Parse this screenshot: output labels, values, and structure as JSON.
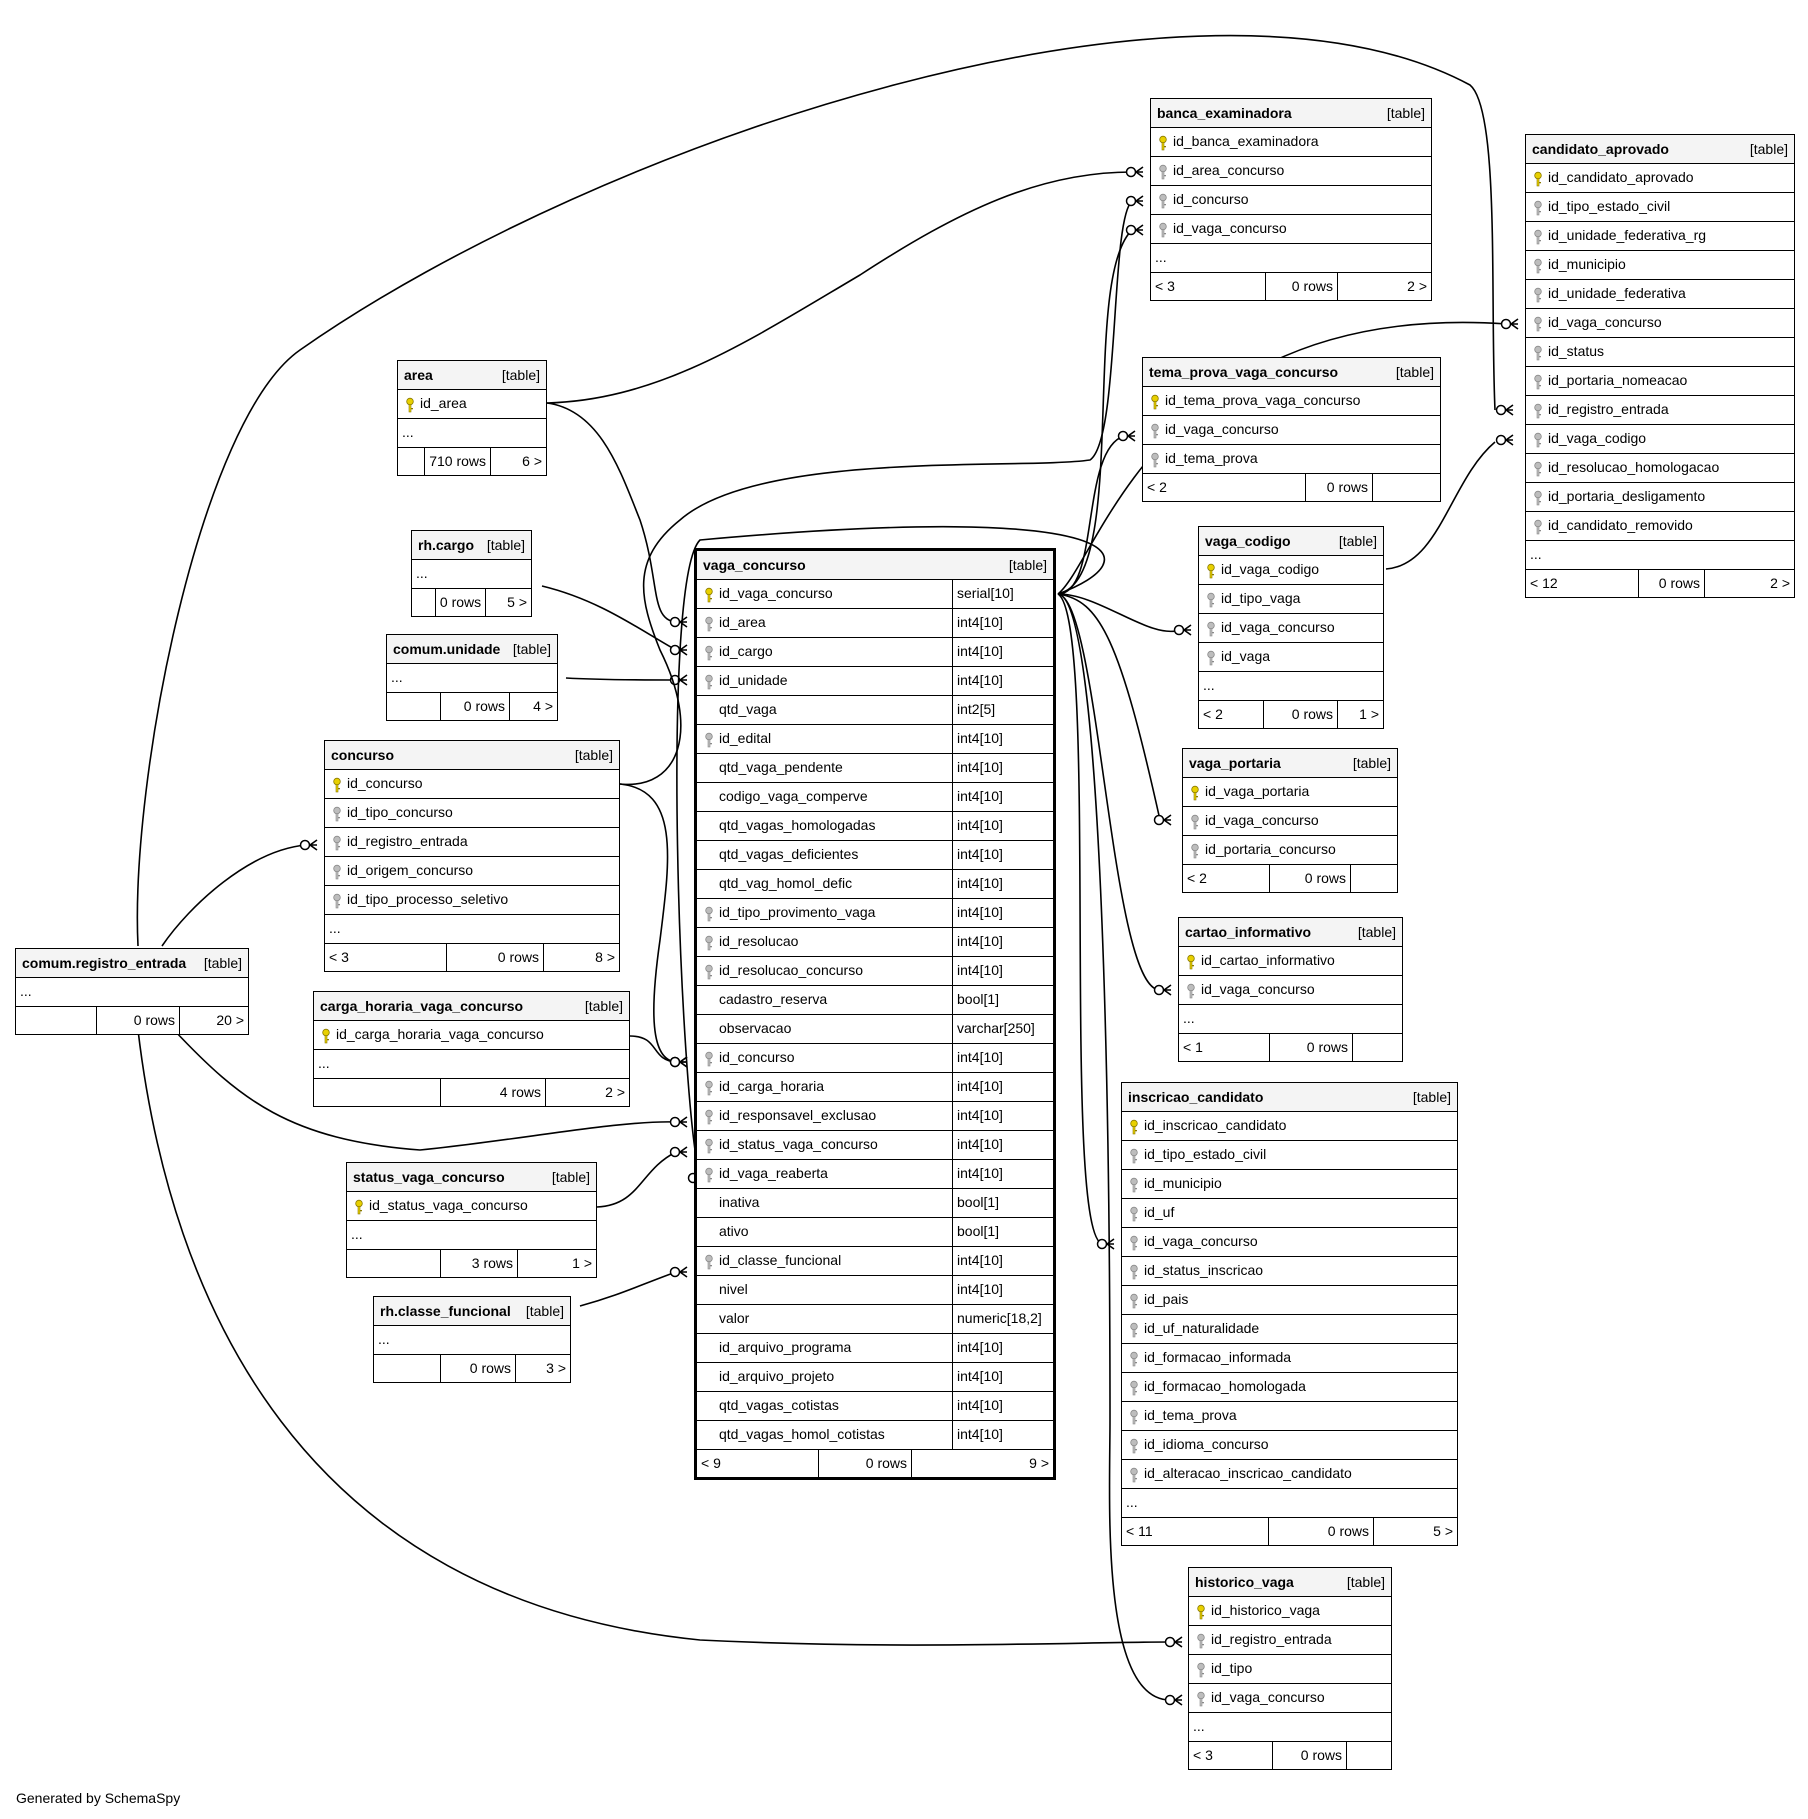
{
  "footer": "Generated by SchemaSpy",
  "tables": [
    {
      "id": "banca_examinadora",
      "name": "banca_examinadora",
      "type": "[table]",
      "columns": [
        {
          "name": "id_banca_examinadora",
          "key": "pk"
        },
        {
          "name": "id_area_concurso",
          "key": "fk"
        },
        {
          "name": "id_concurso",
          "key": "fk"
        },
        {
          "name": "id_vaga_concurso",
          "key": "fk"
        },
        {
          "name": "...",
          "key": "none"
        }
      ],
      "footer": {
        "left": "< 3",
        "rows": "0 rows",
        "right": "2 >"
      }
    },
    {
      "id": "candidato_aprovado",
      "name": "candidato_aprovado",
      "type": "[table]",
      "columns": [
        {
          "name": "id_candidato_aprovado",
          "key": "pk"
        },
        {
          "name": "id_tipo_estado_civil",
          "key": "fk"
        },
        {
          "name": "id_unidade_federativa_rg",
          "key": "fk"
        },
        {
          "name": "id_municipio",
          "key": "fk"
        },
        {
          "name": "id_unidade_federativa",
          "key": "fk"
        },
        {
          "name": "id_vaga_concurso",
          "key": "fk"
        },
        {
          "name": "id_status",
          "key": "fk"
        },
        {
          "name": "id_portaria_nomeacao",
          "key": "fk"
        },
        {
          "name": "id_registro_entrada",
          "key": "fk"
        },
        {
          "name": "id_vaga_codigo",
          "key": "fk"
        },
        {
          "name": "id_resolucao_homologacao",
          "key": "fk"
        },
        {
          "name": "id_portaria_desligamento",
          "key": "fk"
        },
        {
          "name": "id_candidato_removido",
          "key": "fk"
        },
        {
          "name": "...",
          "key": "none"
        }
      ],
      "footer": {
        "left": "< 12",
        "rows": "0 rows",
        "right": "2 >"
      }
    },
    {
      "id": "area",
      "name": "area",
      "type": "[table]",
      "columns": [
        {
          "name": "id_area",
          "key": "pk"
        },
        {
          "name": "...",
          "key": "none"
        }
      ],
      "footer": {
        "left": "",
        "rows": "710 rows",
        "right": "6 >"
      }
    },
    {
      "id": "tema_prova_vaga_concurso",
      "name": "tema_prova_vaga_concurso",
      "type": "[table]",
      "columns": [
        {
          "name": "id_tema_prova_vaga_concurso",
          "key": "pk"
        },
        {
          "name": "id_vaga_concurso",
          "key": "fk"
        },
        {
          "name": "id_tema_prova",
          "key": "fk"
        }
      ],
      "footer": {
        "left": "< 2",
        "rows": "0 rows",
        "right": ""
      }
    },
    {
      "id": "rh_cargo",
      "name": "rh.cargo",
      "type": "[table]",
      "columns": [
        {
          "name": "...",
          "key": "none"
        }
      ],
      "footer": {
        "left": "",
        "rows": "0 rows",
        "right": "5 >"
      }
    },
    {
      "id": "vaga_codigo",
      "name": "vaga_codigo",
      "type": "[table]",
      "columns": [
        {
          "name": "id_vaga_codigo",
          "key": "pk"
        },
        {
          "name": "id_tipo_vaga",
          "key": "fk"
        },
        {
          "name": "id_vaga_concurso",
          "key": "fk"
        },
        {
          "name": "id_vaga",
          "key": "fk"
        },
        {
          "name": "...",
          "key": "none"
        }
      ],
      "footer": {
        "left": "< 2",
        "rows": "0 rows",
        "right": "1 >"
      }
    },
    {
      "id": "comum_unidade",
      "name": "comum.unidade",
      "type": "[table]",
      "columns": [
        {
          "name": "...",
          "key": "none"
        }
      ],
      "footer": {
        "left": "",
        "rows": "0 rows",
        "right": "4 >"
      }
    },
    {
      "id": "concurso",
      "name": "concurso",
      "type": "[table]",
      "columns": [
        {
          "name": "id_concurso",
          "key": "pk"
        },
        {
          "name": "id_tipo_concurso",
          "key": "fk"
        },
        {
          "name": "id_registro_entrada",
          "key": "fk"
        },
        {
          "name": "id_origem_concurso",
          "key": "fk"
        },
        {
          "name": "id_tipo_processo_seletivo",
          "key": "fk"
        },
        {
          "name": "...",
          "key": "none"
        }
      ],
      "footer": {
        "left": "< 3",
        "rows": "0 rows",
        "right": "8 >"
      }
    },
    {
      "id": "vaga_portaria",
      "name": "vaga_portaria",
      "type": "[table]",
      "columns": [
        {
          "name": "id_vaga_portaria",
          "key": "pk"
        },
        {
          "name": "id_vaga_concurso",
          "key": "fk"
        },
        {
          "name": "id_portaria_concurso",
          "key": "fk"
        }
      ],
      "footer": {
        "left": "< 2",
        "rows": "0 rows",
        "right": ""
      }
    },
    {
      "id": "cartao_informativo",
      "name": "cartao_informativo",
      "type": "[table]",
      "columns": [
        {
          "name": "id_cartao_informativo",
          "key": "pk"
        },
        {
          "name": "id_vaga_concurso",
          "key": "fk"
        },
        {
          "name": "...",
          "key": "none"
        }
      ],
      "footer": {
        "left": "< 1",
        "rows": "0 rows",
        "right": ""
      }
    },
    {
      "id": "comum_registro_entrada",
      "name": "comum.registro_entrada",
      "type": "[table]",
      "columns": [
        {
          "name": "...",
          "key": "none"
        }
      ],
      "footer": {
        "left": "",
        "rows": "0 rows",
        "right": "20 >"
      }
    },
    {
      "id": "carga_horaria_vaga_concurso",
      "name": "carga_horaria_vaga_concurso",
      "type": "[table]",
      "columns": [
        {
          "name": "id_carga_horaria_vaga_concurso",
          "key": "pk"
        },
        {
          "name": "...",
          "key": "none"
        }
      ],
      "footer": {
        "left": "",
        "rows": "4 rows",
        "right": "2 >"
      }
    },
    {
      "id": "inscricao_candidato",
      "name": "inscricao_candidato",
      "type": "[table]",
      "columns": [
        {
          "name": "id_inscricao_candidato",
          "key": "pk"
        },
        {
          "name": "id_tipo_estado_civil",
          "key": "fk"
        },
        {
          "name": "id_municipio",
          "key": "fk"
        },
        {
          "name": "id_uf",
          "key": "fk"
        },
        {
          "name": "id_vaga_concurso",
          "key": "fk"
        },
        {
          "name": "id_status_inscricao",
          "key": "fk"
        },
        {
          "name": "id_pais",
          "key": "fk"
        },
        {
          "name": "id_uf_naturalidade",
          "key": "fk"
        },
        {
          "name": "id_formacao_informada",
          "key": "fk"
        },
        {
          "name": "id_formacao_homologada",
          "key": "fk"
        },
        {
          "name": "id_tema_prova",
          "key": "fk"
        },
        {
          "name": "id_idioma_concurso",
          "key": "fk"
        },
        {
          "name": "id_alteracao_inscricao_candidato",
          "key": "fk"
        },
        {
          "name": "...",
          "key": "none"
        }
      ],
      "footer": {
        "left": "< 11",
        "rows": "0 rows",
        "right": "5 >"
      }
    },
    {
      "id": "status_vaga_concurso",
      "name": "status_vaga_concurso",
      "type": "[table]",
      "columns": [
        {
          "name": "id_status_vaga_concurso",
          "key": "pk"
        },
        {
          "name": "...",
          "key": "none"
        }
      ],
      "footer": {
        "left": "",
        "rows": "3 rows",
        "right": "1 >"
      }
    },
    {
      "id": "rh_classe_funcional",
      "name": "rh.classe_funcional",
      "type": "[table]",
      "columns": [
        {
          "name": "...",
          "key": "none"
        }
      ],
      "footer": {
        "left": "",
        "rows": "0 rows",
        "right": "3 >"
      }
    },
    {
      "id": "historico_vaga",
      "name": "historico_vaga",
      "type": "[table]",
      "columns": [
        {
          "name": "id_historico_vaga",
          "key": "pk"
        },
        {
          "name": "id_registro_entrada",
          "key": "fk"
        },
        {
          "name": "id_tipo",
          "key": "fk"
        },
        {
          "name": "id_vaga_concurso",
          "key": "fk"
        },
        {
          "name": "...",
          "key": "none"
        }
      ],
      "footer": {
        "left": "< 3",
        "rows": "0 rows",
        "right": ""
      }
    },
    {
      "id": "vaga_concurso",
      "name": "vaga_concurso",
      "type": "[table]",
      "focus": true,
      "columns": [
        {
          "name": "id_vaga_concurso",
          "key": "pk",
          "dtype": "serial[10]"
        },
        {
          "name": "id_area",
          "key": "fk",
          "dtype": "int4[10]"
        },
        {
          "name": "id_cargo",
          "key": "fk",
          "dtype": "int4[10]"
        },
        {
          "name": "id_unidade",
          "key": "fk",
          "dtype": "int4[10]"
        },
        {
          "name": "qtd_vaga",
          "key": "none",
          "dtype": "int2[5]"
        },
        {
          "name": "id_edital",
          "key": "fk",
          "dtype": "int4[10]"
        },
        {
          "name": "qtd_vaga_pendente",
          "key": "none",
          "dtype": "int4[10]"
        },
        {
          "name": "codigo_vaga_comperve",
          "key": "none",
          "dtype": "int4[10]"
        },
        {
          "name": "qtd_vagas_homologadas",
          "key": "none",
          "dtype": "int4[10]"
        },
        {
          "name": "qtd_vagas_deficientes",
          "key": "none",
          "dtype": "int4[10]"
        },
        {
          "name": "qtd_vag_homol_defic",
          "key": "none",
          "dtype": "int4[10]"
        },
        {
          "name": "id_tipo_provimento_vaga",
          "key": "fk",
          "dtype": "int4[10]"
        },
        {
          "name": "id_resolucao",
          "key": "fk",
          "dtype": "int4[10]"
        },
        {
          "name": "id_resolucao_concurso",
          "key": "fk",
          "dtype": "int4[10]"
        },
        {
          "name": "cadastro_reserva",
          "key": "none",
          "dtype": "bool[1]"
        },
        {
          "name": "observacao",
          "key": "none",
          "dtype": "varchar[250]"
        },
        {
          "name": "id_concurso",
          "key": "fk",
          "dtype": "int4[10]"
        },
        {
          "name": "id_carga_horaria",
          "key": "fk",
          "dtype": "int4[10]"
        },
        {
          "name": "id_responsavel_exclusao",
          "key": "fk",
          "dtype": "int4[10]"
        },
        {
          "name": "id_status_vaga_concurso",
          "key": "fk",
          "dtype": "int4[10]"
        },
        {
          "name": "id_vaga_reaberta",
          "key": "fk",
          "dtype": "int4[10]"
        },
        {
          "name": "inativa",
          "key": "none",
          "dtype": "bool[1]"
        },
        {
          "name": "ativo",
          "key": "none",
          "dtype": "bool[1]"
        },
        {
          "name": "id_classe_funcional",
          "key": "fk",
          "dtype": "int4[10]"
        },
        {
          "name": "nivel",
          "key": "none",
          "dtype": "int4[10]"
        },
        {
          "name": "valor",
          "key": "none",
          "dtype": "numeric[18,2]"
        },
        {
          "name": "id_arquivo_programa",
          "key": "none",
          "dtype": "int4[10]"
        },
        {
          "name": "id_arquivo_projeto",
          "key": "none",
          "dtype": "int4[10]"
        },
        {
          "name": "qtd_vagas_cotistas",
          "key": "none",
          "dtype": "int4[10]"
        },
        {
          "name": "qtd_vagas_homol_cotistas",
          "key": "none",
          "dtype": "int4[10]"
        }
      ],
      "footer": {
        "left": "< 9",
        "rows": "0 rows",
        "right": "9 >"
      }
    }
  ]
}
